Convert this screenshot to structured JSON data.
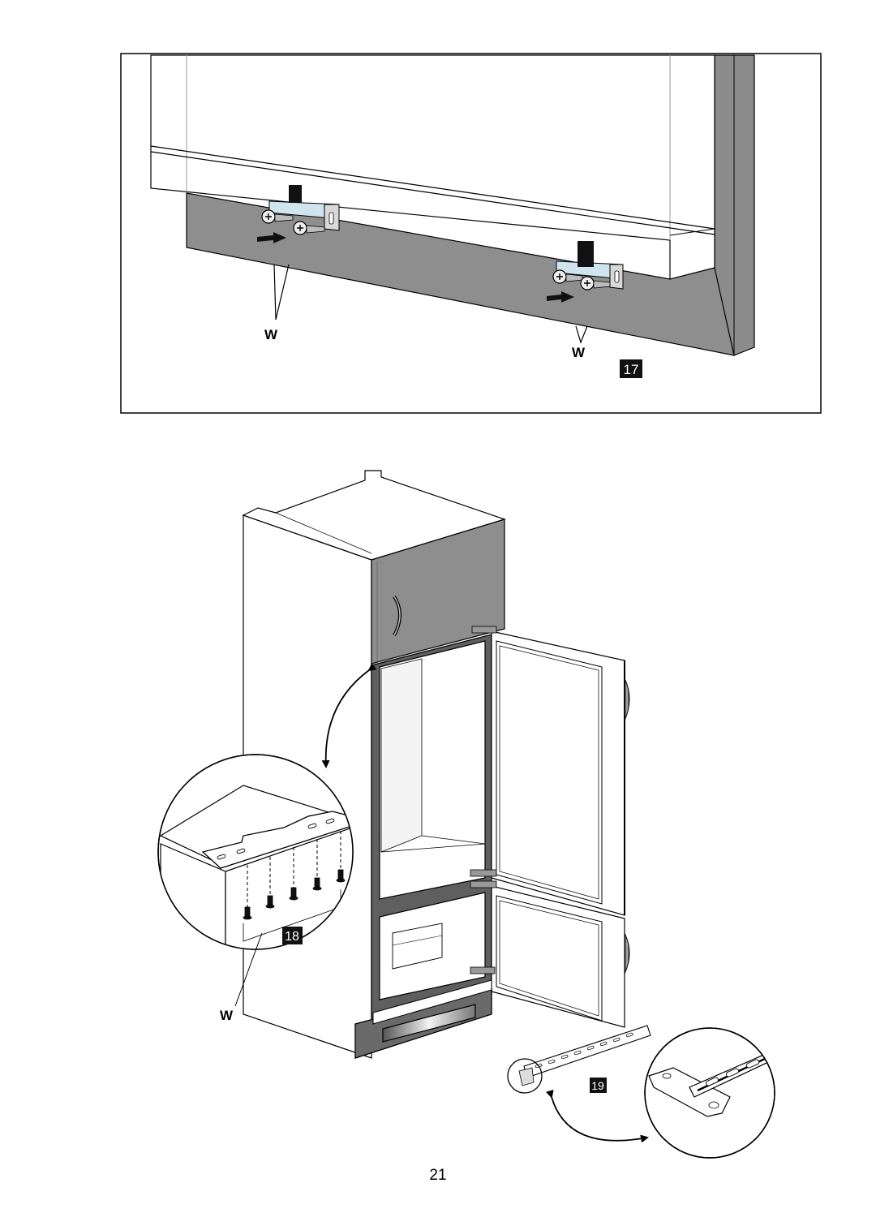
{
  "figure_17": {
    "label_w_left": "W",
    "label_w_right": "W",
    "number": "17"
  },
  "figure_18": {
    "label_w": "W",
    "number": "18"
  },
  "figure_19": {
    "number": "19"
  },
  "page_number": "21",
  "colors": {
    "panel_gray": "#8e8e8e",
    "dark_gray": "#6f6f6f",
    "badge_black": "#111111",
    "line": "#000000"
  }
}
